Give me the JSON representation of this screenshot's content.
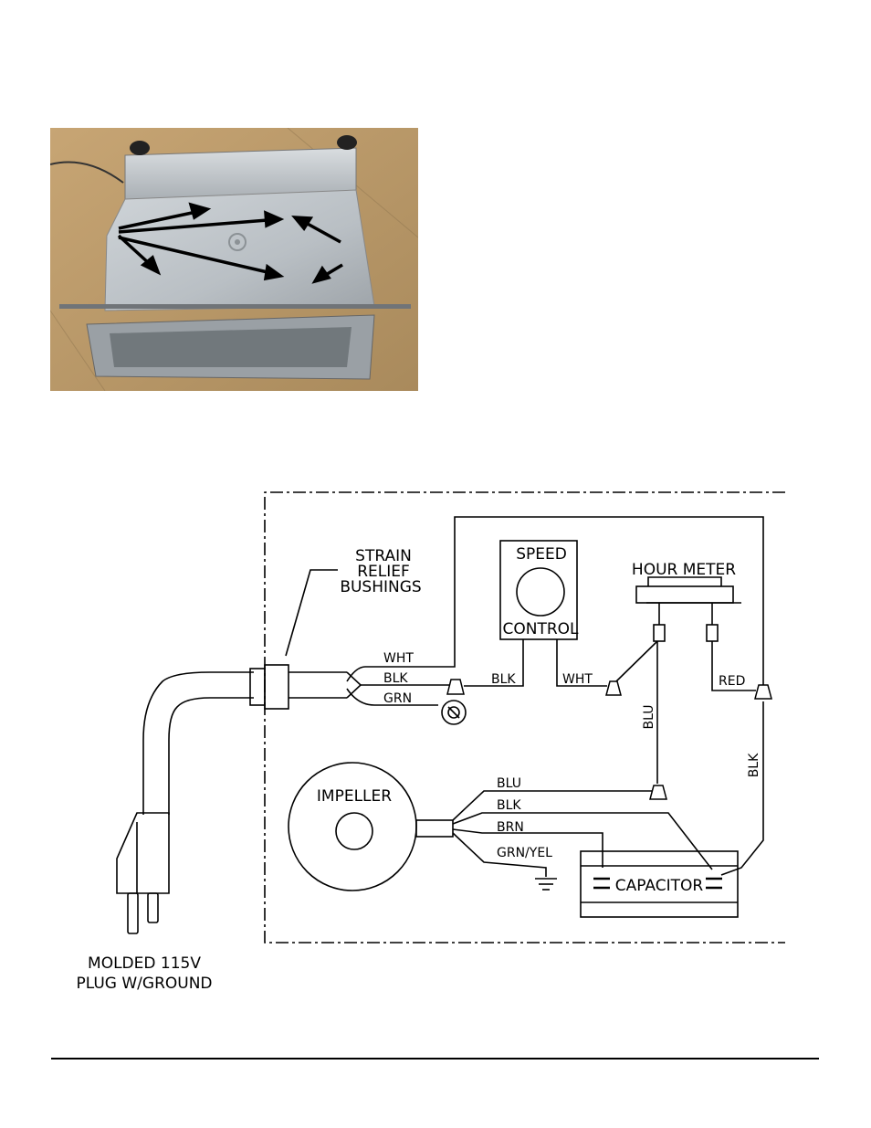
{
  "diagram": {
    "labels": {
      "strain_relief": [
        "STRAIN",
        "RELIEF",
        "BUSHINGS"
      ],
      "speed": "SPEED",
      "control": "CONTROL",
      "hour_meter": "HOUR METER",
      "impeller": "IMPELLER",
      "capacitor": "CAPACITOR",
      "plug": [
        "MOLDED 115V",
        "PLUG W/GROUND"
      ]
    },
    "wires": {
      "wht_in": "WHT",
      "blk_in": "BLK",
      "grn": "GRN",
      "blk_sc": "BLK",
      "wht_sc": "WHT",
      "red": "RED",
      "blu_vertical": "BLU",
      "blk_vertical": "BLK",
      "blu_imp": "BLU",
      "blk_imp": "BLK",
      "brn": "BRN",
      "grn_yel": "GRN/YEL"
    }
  },
  "colors": {
    "line": "#000000",
    "background": "#ffffff",
    "photo_base": "#b89a6a",
    "metal": "#c9ced3"
  }
}
